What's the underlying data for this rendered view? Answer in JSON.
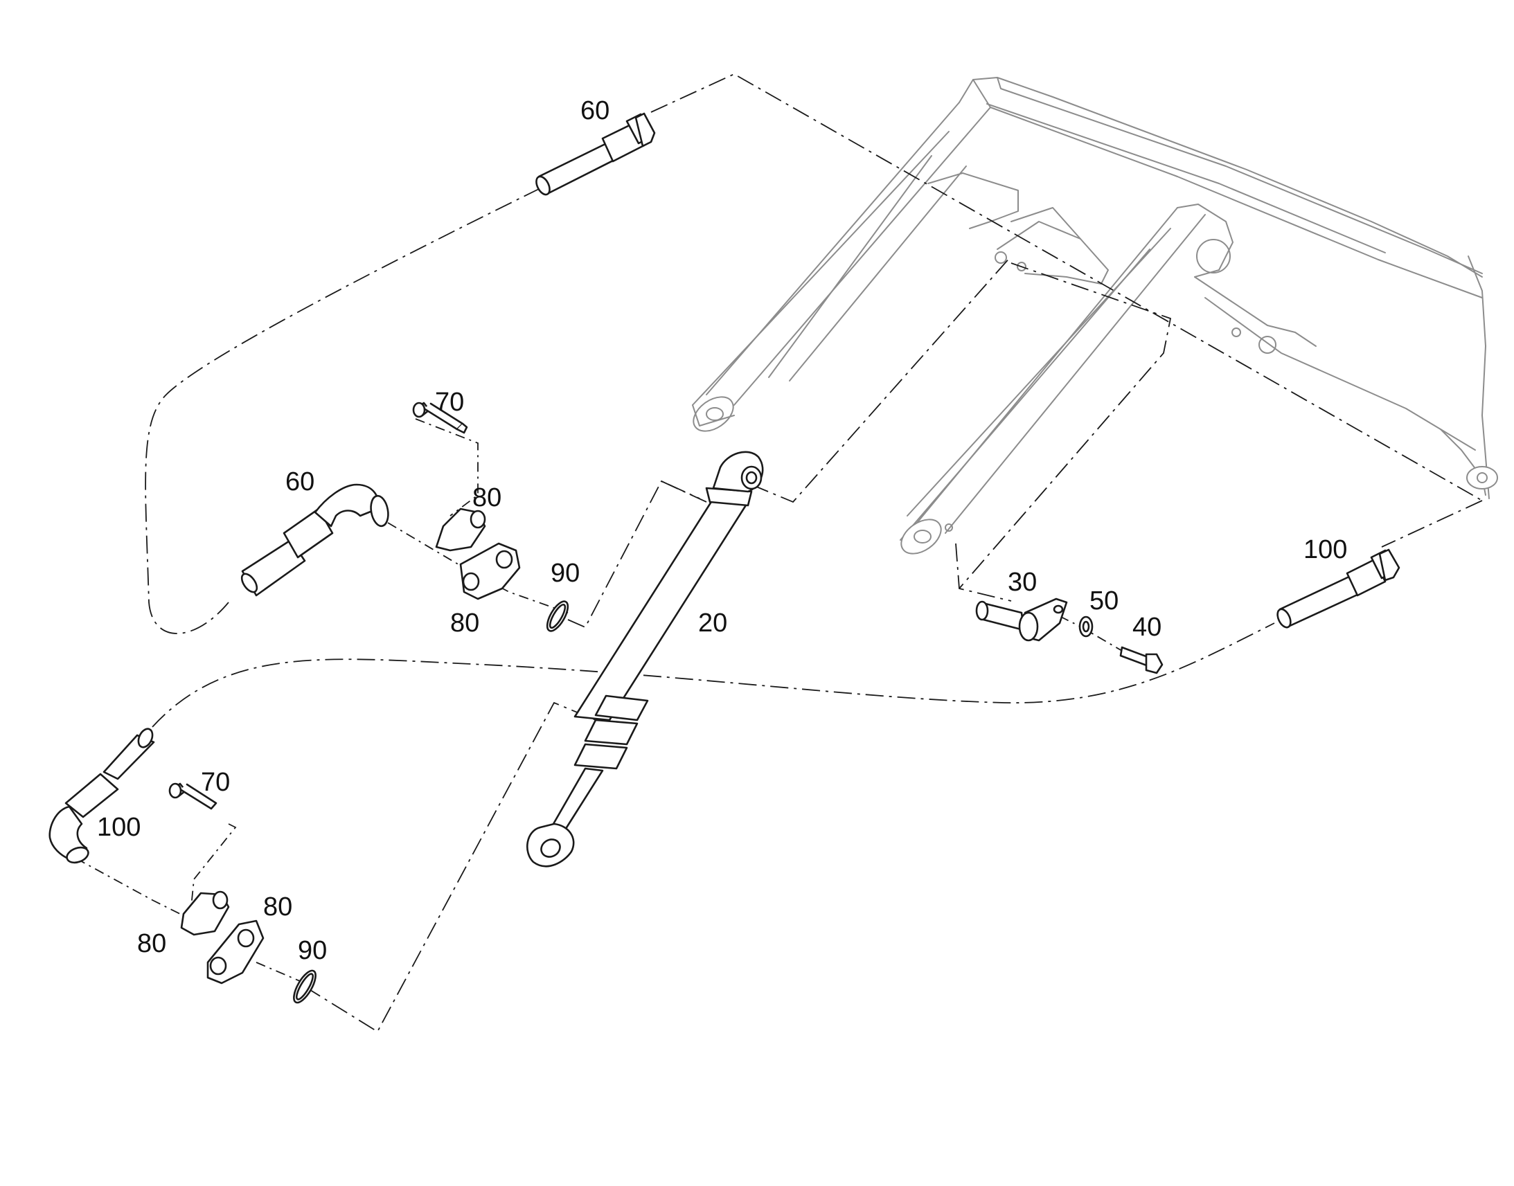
{
  "diagram": {
    "callouts": {
      "p60_top": "60",
      "p60_mid": "60",
      "p70_top": "70",
      "p80_top_a": "80",
      "p80_top_b": "80",
      "p90_top": "90",
      "p20": "20",
      "p30": "30",
      "p50": "50",
      "p40": "40",
      "p100_right": "100",
      "p100_left": "100",
      "p70_bottom": "70",
      "p80_bottom_a": "80",
      "p80_bottom_b": "80",
      "p90_bottom": "90"
    }
  }
}
